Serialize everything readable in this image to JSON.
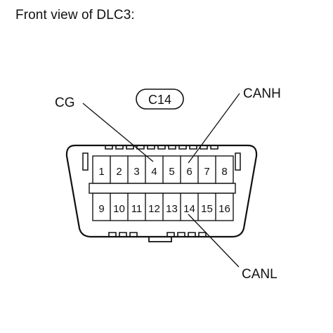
{
  "caption": "Front view of DLC3:",
  "connector_code": "C14",
  "top_row_pins": [
    "1",
    "2",
    "3",
    "4",
    "5",
    "6",
    "7",
    "8"
  ],
  "bottom_row_pins": [
    "9",
    "10",
    "11",
    "12",
    "13",
    "14",
    "15",
    "16"
  ],
  "labels": {
    "cg": "CG",
    "canh": "CANH",
    "canl": "CANL"
  },
  "colors": {
    "ink": "#111111",
    "background": "#ffffff"
  }
}
